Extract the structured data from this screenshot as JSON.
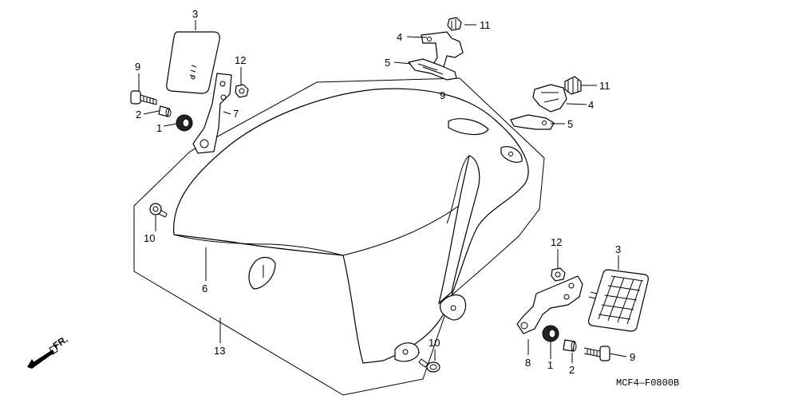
{
  "diagram": {
    "labels": {
      "p1a": "1",
      "p1b": "1",
      "p2a": "2",
      "p2b": "2",
      "p3a": "3",
      "p3b": "3",
      "p4a": "4",
      "p4b": "4",
      "p5a": "5",
      "p5b": "5",
      "p6": "6",
      "p7": "7",
      "p8": "8",
      "p9a": "9",
      "p9b": "9",
      "p9c": "9",
      "p10a": "10",
      "p10b": "10",
      "p11a": "11",
      "p11b": "11",
      "p12a": "12",
      "p12b": "12",
      "p13": "13"
    },
    "direction_label": "FR.",
    "diagram_code": "MCF4—F0800B"
  }
}
